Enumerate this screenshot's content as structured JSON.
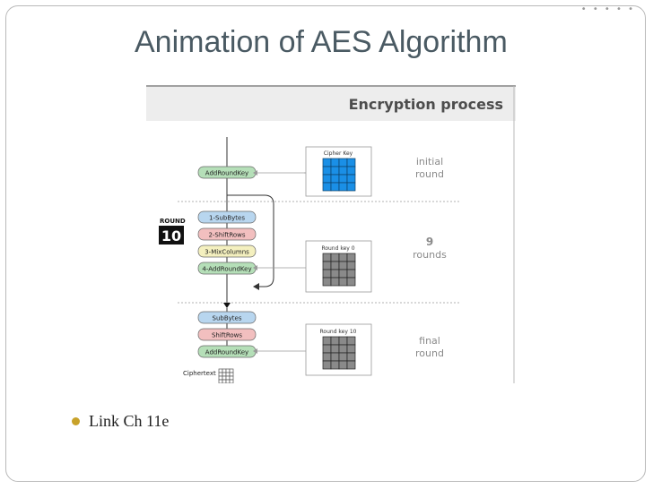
{
  "slide": {
    "title": "Animation of AES Algorithm",
    "bullets": [
      "Link Ch 11e"
    ]
  },
  "diagram": {
    "header": "Encryption process",
    "round_label": "ROUND",
    "round_number": "10",
    "steps_initial": [
      "AddRoundKey"
    ],
    "steps_loop": [
      "1-SubBytes",
      "2-ShiftRows",
      "3-MixColumns",
      "4-AddRoundKey"
    ],
    "steps_final": [
      "SubBytes",
      "ShiftRows",
      "AddRoundKey"
    ],
    "keys": [
      "Cipher Key",
      "Round key  0",
      "Round key 10"
    ],
    "phases": [
      {
        "line1": "initial",
        "line2": "round"
      },
      {
        "line1": "9",
        "line2": "rounds"
      },
      {
        "line1": "final",
        "line2": "round"
      }
    ],
    "ciphertext_label": "Ciphertext",
    "xor_symbol": "⊕",
    "colors": {
      "addroundkey": "#b5dfb8",
      "subbytes": "#b8d6ef",
      "shiftrows": "#f2bfbf",
      "mixcolumns": "#f4f0bf",
      "cipher_key_grid": "#1a8fe6",
      "round_key_grid": "#8a8a8a",
      "phase_text": "#8a8a8a"
    }
  }
}
